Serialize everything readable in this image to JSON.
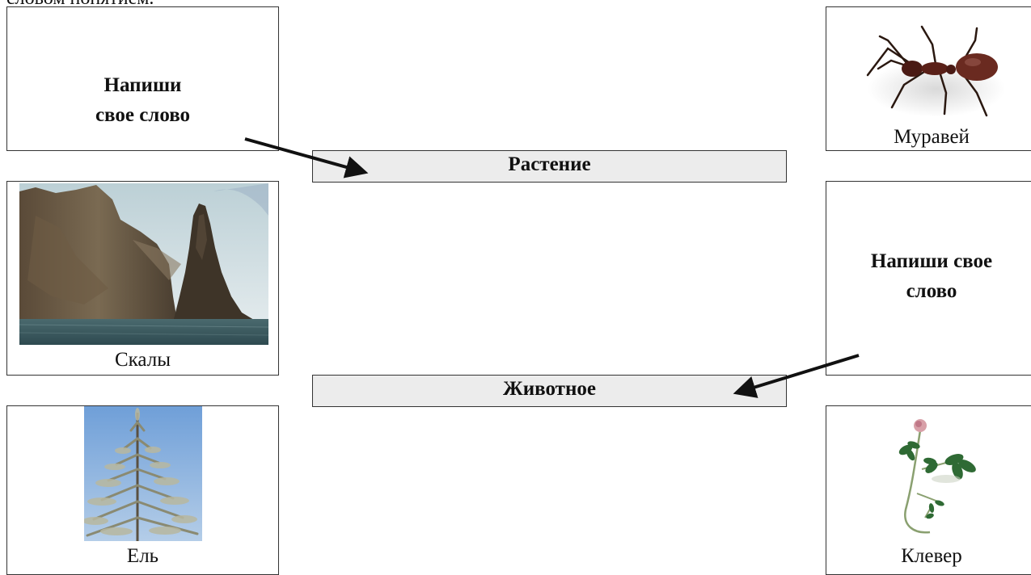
{
  "header": {
    "top_fragment": "словом понятием."
  },
  "cards": {
    "write_top_left": {
      "line1": "Напиши",
      "line2": "свое слово"
    },
    "ant": {
      "label": "Муравей",
      "icon": "ant-picture"
    },
    "rocks": {
      "label": "Скалы",
      "icon": "rocks-sea-picture"
    },
    "write_right": {
      "line1": "Напиши свое",
      "line2": "слово"
    },
    "spruce": {
      "label": "Ель",
      "icon": "spruce-tree-picture"
    },
    "clover": {
      "label": "Клевер",
      "icon": "clover-plant-picture"
    }
  },
  "categories": {
    "plant": "Растение",
    "animal": "Животное"
  },
  "colors": {
    "bar_fill": "#ececec",
    "border": "#333333",
    "arrow": "#111111"
  }
}
